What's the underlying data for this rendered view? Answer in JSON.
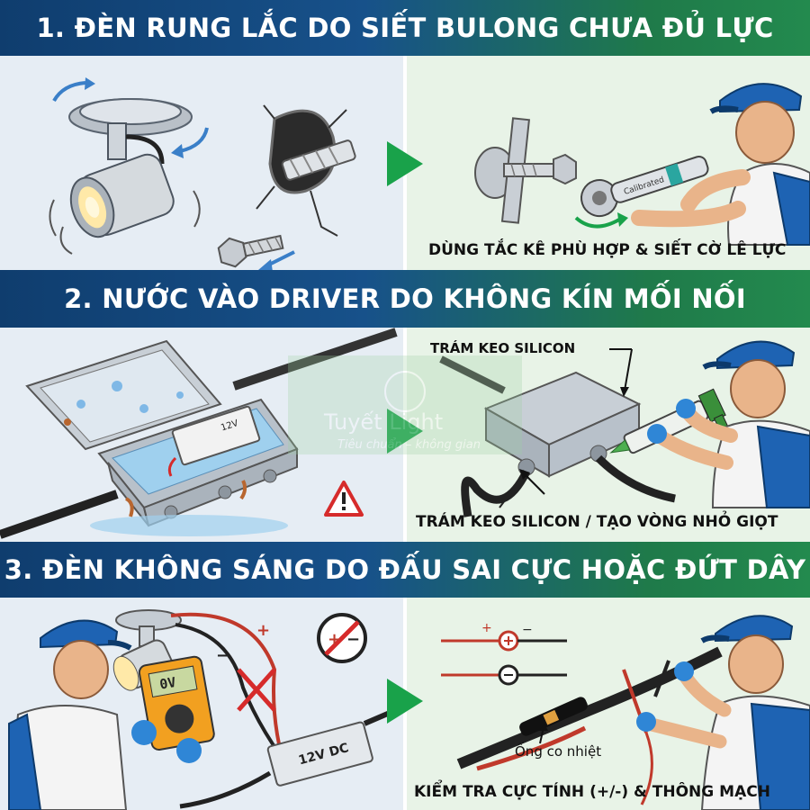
{
  "sections": [
    {
      "title": "1. ĐÈN RUNG LẮC DO SIẾT BULONG CHƯA ĐỦ LỰC",
      "caption": "DÙNG TẮC KÊ PHÙ HỢP & SIẾT CỜ LÊ LỰC",
      "wrench_label": "Calibrated"
    },
    {
      "title": "2. NƯỚC VÀO DRIVER DO KHÔNG KÍN MỐI NỐI",
      "callout": "TRÁM KEO SILICON",
      "caption": "TRÁM KEO SILICON / TẠO VÒNG NHỎ GIỌT",
      "driver_label": "12V"
    },
    {
      "title": "3. ĐÈN KHÔNG SÁNG DO ĐẤU SAI CỰC HOẶC ĐỨT DÂY",
      "caption": "KIỂM TRA CỰC TÍNH (+/-) & THÔNG MẠCH",
      "heat_shrink_label": "Ống co nhiệt",
      "meter_reading": "0V",
      "driver_label": "12V DC",
      "plus_sign": "+",
      "minus_sign": "−"
    }
  ],
  "watermark": {
    "brand": "Tuyết Light",
    "tagline": "Tiêu chuẩn – không gian"
  },
  "colors": {
    "header_blue": "#0f3d6e",
    "header_green": "#238a4e",
    "panel_left": "#e6edf4",
    "panel_right": "#e8f3e7",
    "arrow_green": "#19a24a",
    "worker_blue": "#1e63b3",
    "warning_red": "#d62b2b"
  }
}
